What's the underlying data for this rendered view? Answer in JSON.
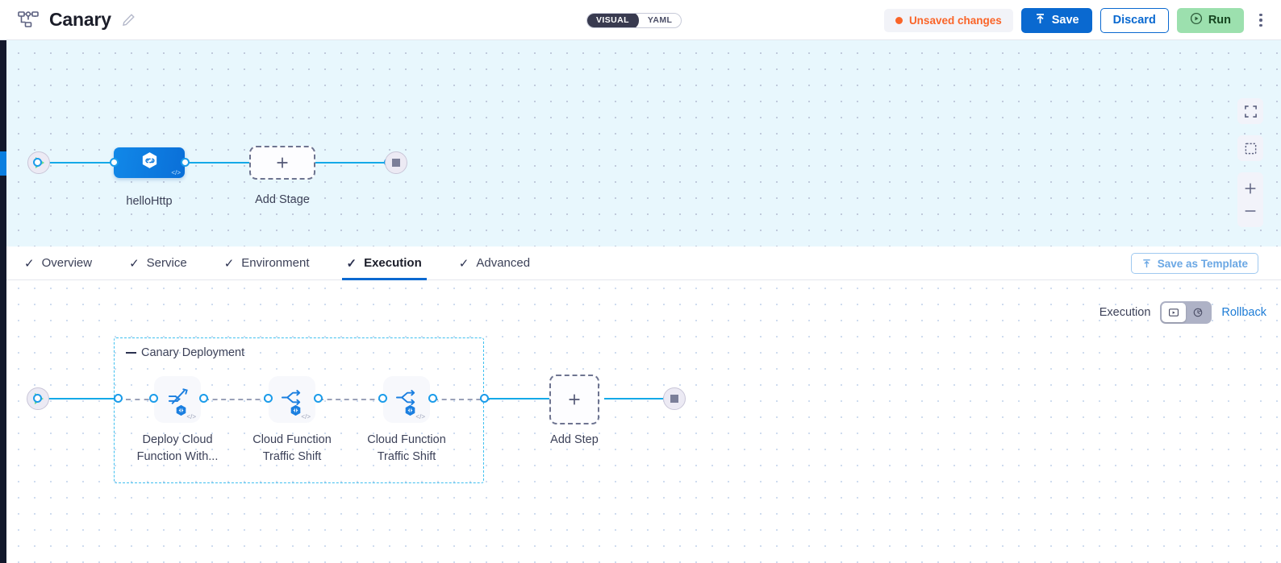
{
  "header": {
    "pipeline_icon": "pipeline-nodes-icon",
    "title": "Canary",
    "edit_icon": "pencil-icon",
    "mode_toggle": {
      "visual": "VISUAL",
      "yaml": "YAML",
      "selected": "VISUAL"
    },
    "unsaved_badge": "Unsaved changes",
    "save_label": "Save",
    "discard_label": "Discard",
    "run_label": "Run",
    "menu_icon": "kebab-menu-icon",
    "colors": {
      "unsaved": "#fa6428",
      "save_bg": "#0a69d0",
      "discard_text": "#0a69d0",
      "run_bg": "#9ce0ae"
    }
  },
  "canvas_top": {
    "start_node": "start-node",
    "end_node": "end-node",
    "stage": {
      "label": "helloHttp",
      "icon": "cloud-function-link-icon"
    },
    "add_stage": {
      "label": "Add Stage",
      "icon": "plus-icon"
    },
    "controls": [
      {
        "name": "fit-to-screen",
        "icon": "expand-icon"
      },
      {
        "name": "selection-box",
        "icon": "marquee-select-icon"
      },
      {
        "name": "zoom-in",
        "icon": "plus-icon"
      },
      {
        "name": "zoom-out",
        "icon": "minus-icon"
      }
    ]
  },
  "tabs": {
    "items": [
      {
        "label": "Overview",
        "active": false
      },
      {
        "label": "Service",
        "active": false
      },
      {
        "label": "Environment",
        "active": false
      },
      {
        "label": "Execution",
        "active": true
      },
      {
        "label": "Advanced",
        "active": false
      }
    ],
    "save_as_template": "Save as Template"
  },
  "execution_bar": {
    "label": "Execution",
    "view_icons": [
      "execution-view-icon",
      "rollback-view-icon"
    ],
    "selected_index": 0,
    "rollback_link": "Rollback"
  },
  "canvas_bottom": {
    "start_node": "start-node",
    "end_node": "end-node",
    "group": {
      "title": "Canary Deployment",
      "collapse_icon": "collapse-minus-icon",
      "steps": [
        {
          "label": "Deploy Cloud\nFunction With...",
          "icon": "deploy-rocket-icon",
          "badge": "hexagon-badge"
        },
        {
          "label": "Cloud Function\nTraffic Shift",
          "icon": "traffic-split-icon",
          "badge": "hexagon-badge"
        },
        {
          "label": "Cloud Function\nTraffic Shift",
          "icon": "traffic-split-icon",
          "badge": "hexagon-badge"
        }
      ]
    },
    "add_step": {
      "label": "Add Step",
      "icon": "plus-icon"
    }
  }
}
